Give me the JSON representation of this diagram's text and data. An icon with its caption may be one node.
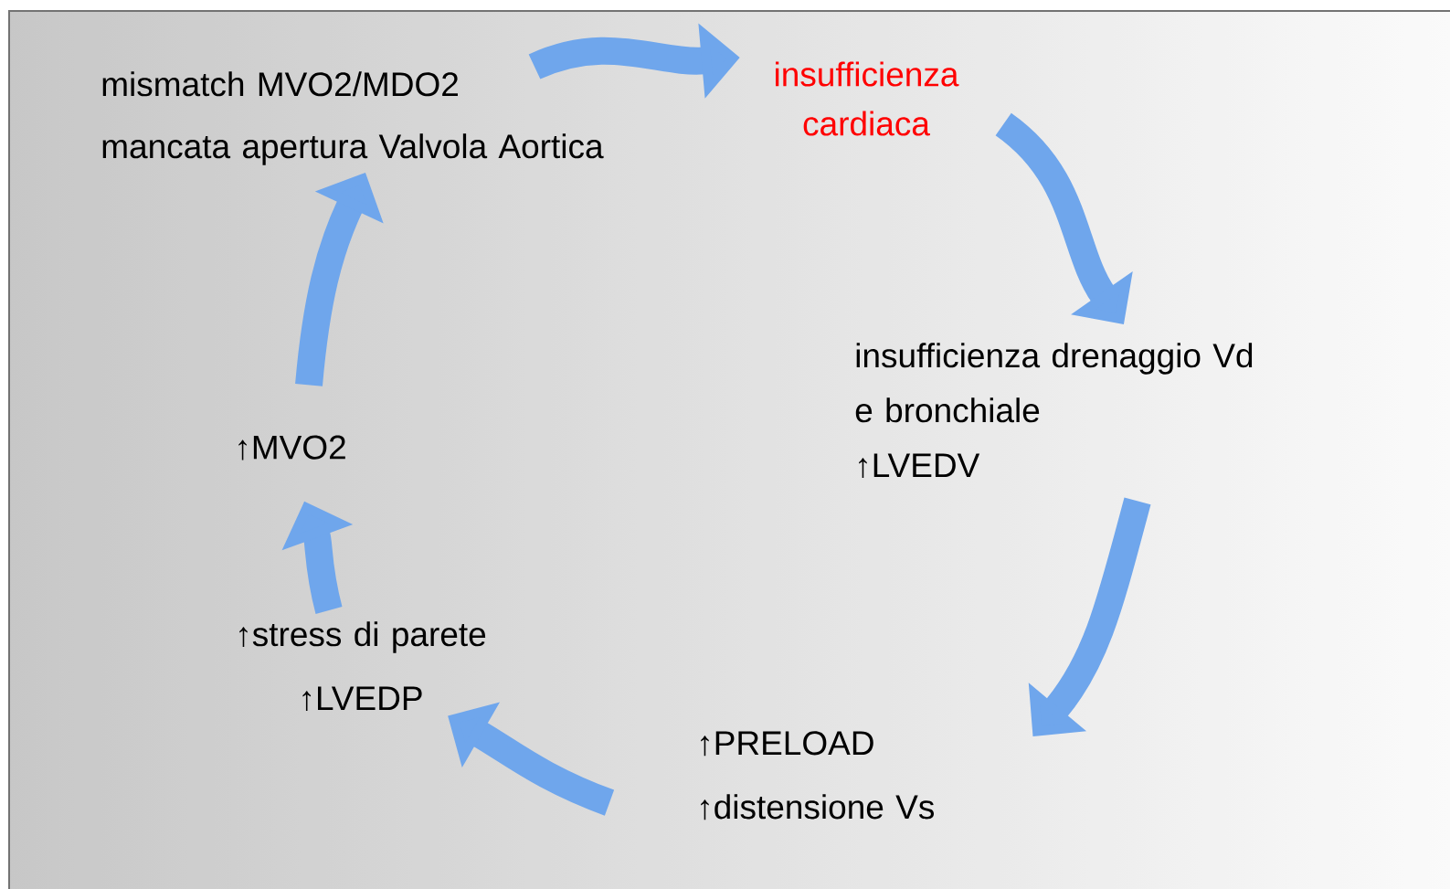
{
  "diagram": {
    "nodes": [
      {
        "text": [
          "insufficienza cardiaca"
        ]
      },
      {
        "text": [
          "insufficienza drenaggio Vd e bronchiale",
          "**↑**LVEDV"
        ]
      },
      {
        "text": [
          "**↑**PRELOAD",
          "**↑**distensione Vs"
        ]
      },
      {
        "text": [
          "**↑**stress di parete",
          "**↑**LVEDP"
        ]
      },
      {
        "text": [
          "**↑**MVO2"
        ]
      },
      {
        "text": [
          "mismatch MVO2/MDO2",
          "mancata apertura Valvola Aortica"
        ]
      }
    ],
    "edges": [
      {
        "from": 0,
        "to": 1,
        "arrow": "to"
      },
      {
        "from": 1,
        "to": 2,
        "arrow": "to"
      },
      {
        "from": 2,
        "to": 3,
        "arrow": "to"
      },
      {
        "from": 3,
        "to": 4,
        "arrow": "to"
      },
      {
        "from": 4,
        "to": 5,
        "arrow": "to"
      },
      {
        "from": 5,
        "to": 0,
        "arrow": "to"
      }
    ]
  }
}
